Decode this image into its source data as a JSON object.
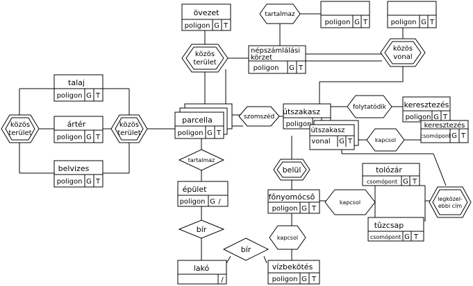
{
  "entities": {
    "ovezet": {
      "name": "övezet",
      "type": "poligon",
      "g": "G",
      "t": "T"
    },
    "tartalmaz_tr_box": {
      "name": "",
      "type": "poligon",
      "g": "G",
      "t": "T"
    },
    "tr_box2": {
      "name": "",
      "type": "poligon",
      "g": "G",
      "t": "T"
    },
    "nepszamlalasi": {
      "name_line1": "népszámlálási",
      "name_line2": "körzet",
      "type": "poligon",
      "g": "G",
      "t": "T"
    },
    "talaj": {
      "name": "talaj",
      "type": "poligon",
      "g": "G",
      "t": "T"
    },
    "arter": {
      "name": "ártér",
      "type": "poligon",
      "g": "G",
      "t": "T"
    },
    "belvizes": {
      "name": "belvizes",
      "type": "poligon",
      "g": "G",
      "t": "T"
    },
    "parcella": {
      "name": "parcella",
      "type": "poligon",
      "g": "G",
      "t": "T"
    },
    "utszakasz": {
      "name": "útszakasz",
      "type": "poligon",
      "g": "G",
      "t": "T"
    },
    "utszakasz_vonal": {
      "name": "útszakasz",
      "type": "vonal",
      "g": "G",
      "t": "T"
    },
    "keresztezes": {
      "name": "keresztezés",
      "type": "poligon",
      "g": "G",
      "t": "T"
    },
    "keresztezes2": {
      "name": "keresztezés",
      "type": "csomópont",
      "g": "G",
      "t": "T"
    },
    "epulet": {
      "name": "épület",
      "type": "poligon",
      "g": "G",
      "t": "/"
    },
    "fonyomocso": {
      "name": "fônyomócsô",
      "type": "poligon",
      "g": "G",
      "t": "T"
    },
    "tolozar": {
      "name": "tolózár",
      "type": "csomópont",
      "g": "G",
      "t": "T"
    },
    "tuzcsap": {
      "name": "tûzcsap",
      "type": "csomópont",
      "g": "G",
      "t": "T"
    },
    "lako": {
      "name": "lakó",
      "t": "/"
    },
    "vizbekotes": {
      "name": "vízbekötés",
      "type": "poligon",
      "g": "G",
      "t": "T"
    }
  },
  "relations": {
    "tartalmaz_top": "tartalmaz",
    "kozos_terulet_top": {
      "line1": "közös",
      "line2": "terület"
    },
    "kozos_vonal": {
      "line1": "közös",
      "line2": "vonal"
    },
    "kozos_terulet_left": {
      "line1": "közös",
      "line2": "terület"
    },
    "kozos_terulet_mid": {
      "line1": "közös",
      "line2": "terület"
    },
    "szomszed": "szomszéd",
    "folytatodik": "folytatódik",
    "kapcsol_1": "kapcsol",
    "tartalmaz_mid": "tartalmaz",
    "belul": "belül",
    "kapcsol_2": "kapcsol",
    "legkozelebbi": {
      "line1": "legközel-",
      "line2": "ebbi cím"
    },
    "bir_1": "bír",
    "kapcsol_3": "kapcsol",
    "bir_2": "bír"
  }
}
